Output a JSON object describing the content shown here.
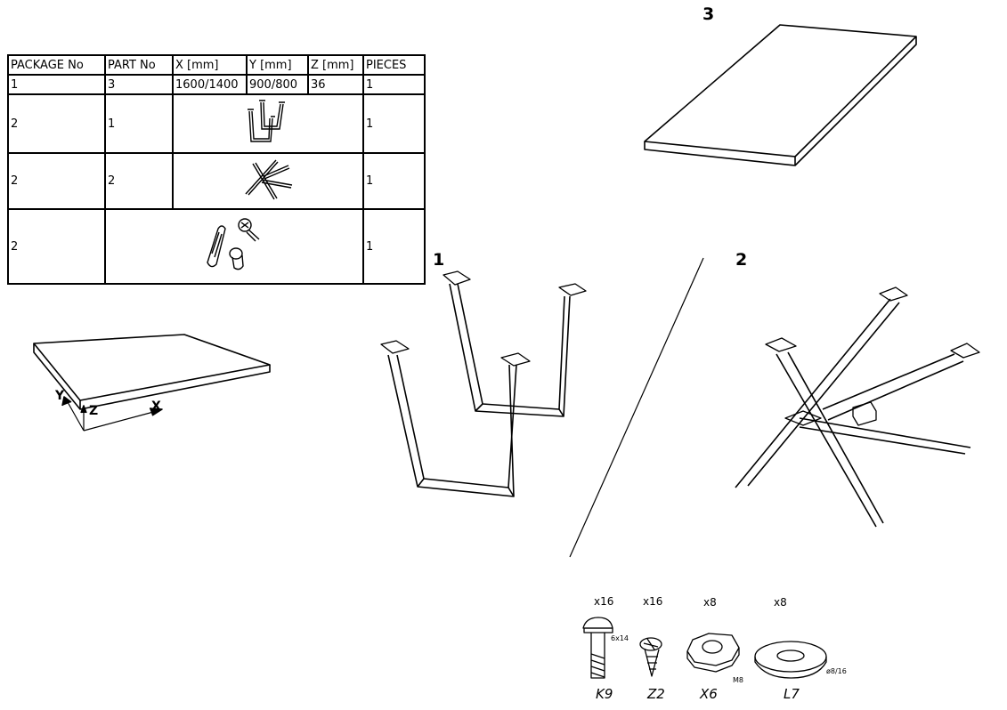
{
  "table": {
    "headers": [
      "PACKAGE No",
      "PART No",
      "X [mm]",
      "Y [mm]",
      "Z [mm]",
      "PIECES"
    ],
    "rows": [
      {
        "package": "1",
        "part": "3",
        "x": "1600/1400",
        "y": "900/800",
        "z": "36",
        "pieces": "1"
      },
      {
        "package": "2",
        "part": "1",
        "pieces": "1"
      },
      {
        "package": "2",
        "part": "2",
        "pieces": "1"
      },
      {
        "package": "2",
        "pieces": "1"
      }
    ]
  },
  "parts": {
    "label_top": "3",
    "label_u_legs": "1",
    "label_cross_base": "2"
  },
  "axes": {
    "x": "X",
    "y": "Y",
    "z": "Z"
  },
  "hardware": [
    {
      "count": "x16",
      "code": "K9",
      "size": "6x14"
    },
    {
      "count": "x16",
      "code": "Z2"
    },
    {
      "count": "x8",
      "code": "X6",
      "size": "M8"
    },
    {
      "count": "x8",
      "code": "L7",
      "size": "ø8/16"
    }
  ]
}
